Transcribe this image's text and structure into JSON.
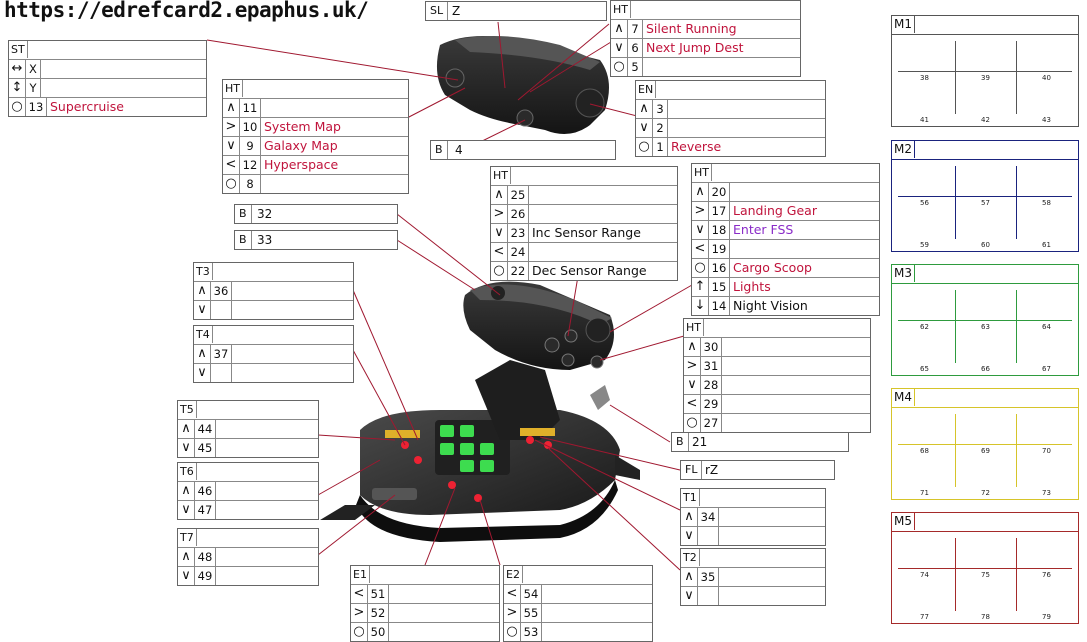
{
  "url": "https://edrefcard2.epaphus.uk/",
  "colors": {
    "red_label": "#c0143c",
    "purple_label": "#8a2bc8",
    "m1": "#555555",
    "m2": "#1a237e",
    "m3": "#2e9b3e",
    "m4": "#d6c42a",
    "m5": "#a52a2a"
  },
  "boxes": {
    "st": {
      "title": "ST",
      "rows": [
        {
          "sym": "↔",
          "num": "X",
          "label": ""
        },
        {
          "sym": "↕",
          "num": "Y",
          "label": ""
        },
        {
          "sym": "○",
          "num": "13",
          "label": "Supercruise"
        }
      ]
    },
    "ht_left": {
      "title": "HT",
      "rows": [
        {
          "sym": "∧",
          "num": "11",
          "label": ""
        },
        {
          "sym": ">",
          "num": "10",
          "label": "System Map"
        },
        {
          "sym": "∨",
          "num": "9",
          "label": "Galaxy Map"
        },
        {
          "sym": "<",
          "num": "12",
          "label": "Hyperspace"
        },
        {
          "sym": "○",
          "num": "8",
          "label": ""
        }
      ]
    },
    "ht_top": {
      "title": "HT",
      "rows": [
        {
          "sym": "∧",
          "num": "7",
          "label": "Silent Running"
        },
        {
          "sym": "∨",
          "num": "6",
          "label": "Next Jump Dest"
        },
        {
          "sym": "○",
          "num": "5",
          "label": ""
        }
      ]
    },
    "en": {
      "title": "EN",
      "rows": [
        {
          "sym": "∧",
          "num": "3",
          "label": ""
        },
        {
          "sym": "∨",
          "num": "2",
          "label": ""
        },
        {
          "sym": "○",
          "num": "1",
          "label": "Reverse"
        }
      ]
    },
    "ht_mid": {
      "title": "HT",
      "rows": [
        {
          "sym": "∧",
          "num": "25",
          "label": ""
        },
        {
          "sym": ">",
          "num": "26",
          "label": ""
        },
        {
          "sym": "∨",
          "num": "23",
          "label": "Inc Sensor Range"
        },
        {
          "sym": "<",
          "num": "24",
          "label": ""
        },
        {
          "sym": "○",
          "num": "22",
          "label": "Dec Sensor Range"
        }
      ]
    },
    "ht_right": {
      "title": "HT",
      "rows": [
        {
          "sym": "∧",
          "num": "20",
          "label": ""
        },
        {
          "sym": ">",
          "num": "17",
          "label": "Landing Gear"
        },
        {
          "sym": "∨",
          "num": "18",
          "label": "Enter FSS"
        },
        {
          "sym": "<",
          "num": "19",
          "label": ""
        },
        {
          "sym": "○",
          "num": "16",
          "label": "Cargo Scoop"
        },
        {
          "sym": "↑",
          "num": "15",
          "label": "Lights"
        },
        {
          "sym": "↓",
          "num": "14",
          "label": "Night Vision"
        }
      ]
    },
    "ht_lower": {
      "title": "HT",
      "rows": [
        {
          "sym": "∧",
          "num": "30",
          "label": ""
        },
        {
          "sym": ">",
          "num": "31",
          "label": ""
        },
        {
          "sym": "∨",
          "num": "28",
          "label": ""
        },
        {
          "sym": "<",
          "num": "29",
          "label": ""
        },
        {
          "sym": "○",
          "num": "27",
          "label": ""
        }
      ]
    },
    "t3": {
      "title": "T3",
      "rows": [
        {
          "sym": "∧",
          "num": "36",
          "label": ""
        },
        {
          "sym": "∨",
          "num": "",
          "label": ""
        }
      ]
    },
    "t4": {
      "title": "T4",
      "rows": [
        {
          "sym": "∧",
          "num": "37",
          "label": ""
        },
        {
          "sym": "∨",
          "num": "",
          "label": ""
        }
      ]
    },
    "t5": {
      "title": "T5",
      "rows": [
        {
          "sym": "∧",
          "num": "44",
          "label": ""
        },
        {
          "sym": "∨",
          "num": "45",
          "label": ""
        }
      ]
    },
    "t6": {
      "title": "T6",
      "rows": [
        {
          "sym": "∧",
          "num": "46",
          "label": ""
        },
        {
          "sym": "∨",
          "num": "47",
          "label": ""
        }
      ]
    },
    "t7": {
      "title": "T7",
      "rows": [
        {
          "sym": "∧",
          "num": "48",
          "label": ""
        },
        {
          "sym": "∨",
          "num": "49",
          "label": ""
        }
      ]
    },
    "t1": {
      "title": "T1",
      "rows": [
        {
          "sym": "∧",
          "num": "34",
          "label": ""
        },
        {
          "sym": "∨",
          "num": "",
          "label": ""
        }
      ]
    },
    "t2": {
      "title": "T2",
      "rows": [
        {
          "sym": "∧",
          "num": "35",
          "label": ""
        },
        {
          "sym": "∨",
          "num": "",
          "label": ""
        }
      ]
    },
    "e1": {
      "title": "E1",
      "rows": [
        {
          "sym": "<",
          "num": "51",
          "label": ""
        },
        {
          "sym": ">",
          "num": "52",
          "label": ""
        },
        {
          "sym": "○",
          "num": "50",
          "label": ""
        }
      ]
    },
    "e2": {
      "title": "E2",
      "rows": [
        {
          "sym": "<",
          "num": "54",
          "label": ""
        },
        {
          "sym": ">",
          "num": "55",
          "label": ""
        },
        {
          "sym": "○",
          "num": "53",
          "label": ""
        }
      ]
    }
  },
  "singles": {
    "sl": {
      "title": "SL",
      "value": "Z"
    },
    "b4": {
      "title": "B",
      "value": "4"
    },
    "b32": {
      "title": "B",
      "value": "32"
    },
    "b33": {
      "title": "B",
      "value": "33"
    },
    "b21": {
      "title": "B",
      "value": "21"
    },
    "fl": {
      "title": "FL",
      "value": "rZ"
    }
  },
  "modes": [
    {
      "title": "M1",
      "nums": [
        "38",
        "39",
        "40",
        "41",
        "42",
        "43"
      ]
    },
    {
      "title": "M2",
      "nums": [
        "56",
        "57",
        "58",
        "59",
        "60",
        "61"
      ]
    },
    {
      "title": "M3",
      "nums": [
        "62",
        "63",
        "64",
        "65",
        "66",
        "67"
      ]
    },
    {
      "title": "M4",
      "nums": [
        "68",
        "69",
        "70",
        "71",
        "72",
        "73"
      ]
    },
    {
      "title": "M5",
      "nums": [
        "74",
        "75",
        "76",
        "77",
        "78",
        "79"
      ]
    }
  ]
}
